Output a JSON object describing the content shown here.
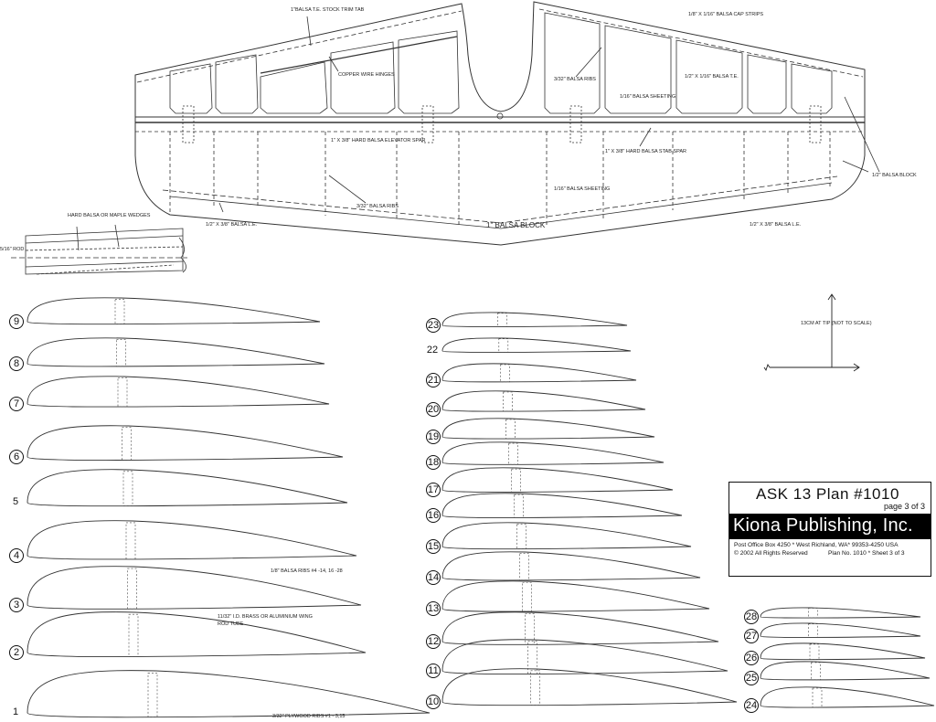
{
  "plan": {
    "title": "ASK  13 Plan #1010",
    "page": "page 3 of 3",
    "company": "Kiona Publishing, Inc.",
    "address": "Post Office Box 4250 * West Richland, WA* 99353-4250 USA",
    "copyright": "© 2002 All Rights Reserved",
    "sheet": "Plan No. 1010 * Sheet 3 of 3"
  },
  "stab_labels": {
    "trim_tab": "1\"BALSA T.E. STOCK TRIM TAB",
    "cap_strips": "1/8\" X 1/16\" BALSA CAP STRIPS",
    "copper_hinges": "COPPER WIRE HINGES",
    "ribs_upper": "3/32\" BALSA RIBS",
    "te_right": "1/2\" X 1/16\" BALSA T.E.",
    "sheeting_upper": "1/16\" BALSA SHEETING",
    "elevator_spar": "1\" X 3/8\" HARD BALSA ELEVATOR SPAR",
    "stab_spar": "1\" X 3/8\" HARD BALSA STAB SPAR",
    "balsa_block_right": "1/2\" BALSA BLOCK",
    "ribs_lower": "3/32\" BALSA RIBS",
    "sheeting_lower": "1/16\" BALSA SHEETING",
    "le_left": "1/2\" X 3/8\" BALSA L.E.",
    "le_right": "1/2\" X 3/8\" BALSA L.E.",
    "balsa_block": "1\" BALSA BLOCK"
  },
  "detail": {
    "wedges": "HARD BALSA OR MAPLE WEDGES",
    "rod": "5/16\" ROD"
  },
  "scale_note": "13CM AT TIP (NOT TO SCALE)",
  "rib_notes": {
    "balsa_ribs": "1/8\" BALSA RIBS #4 -14, 16 -28",
    "tube": "11/32\" I.D. BRASS OR ALUMINIUM WING",
    "tube2": "ROD TUBE",
    "plywood": "3/32\" PLYWOOD RIBS #1 - 3,15"
  },
  "ribs_left": [
    {
      "num": "9",
      "circled": true
    },
    {
      "num": "8",
      "circled": true
    },
    {
      "num": "7",
      "circled": true
    },
    {
      "num": "6",
      "circled": true
    },
    {
      "num": "5",
      "circled": false
    },
    {
      "num": "4",
      "circled": true
    },
    {
      "num": "3",
      "circled": true
    },
    {
      "num": "2",
      "circled": true
    },
    {
      "num": "1",
      "circled": false
    }
  ],
  "ribs_mid": [
    {
      "num": "23",
      "circled": true
    },
    {
      "num": "22",
      "circled": false
    },
    {
      "num": "21",
      "circled": true
    },
    {
      "num": "20",
      "circled": true
    },
    {
      "num": "19",
      "circled": true
    },
    {
      "num": "18",
      "circled": true
    },
    {
      "num": "17",
      "circled": true
    },
    {
      "num": "16",
      "circled": true
    },
    {
      "num": "15",
      "circled": true
    },
    {
      "num": "14",
      "circled": true
    },
    {
      "num": "13",
      "circled": true
    },
    {
      "num": "12",
      "circled": true
    },
    {
      "num": "11",
      "circled": true
    },
    {
      "num": "10",
      "circled": true
    }
  ],
  "ribs_right": [
    {
      "num": "28",
      "circled": true
    },
    {
      "num": "27",
      "circled": true
    },
    {
      "num": "26",
      "circled": true
    },
    {
      "num": "25",
      "circled": true
    },
    {
      "num": "24",
      "circled": true
    }
  ]
}
